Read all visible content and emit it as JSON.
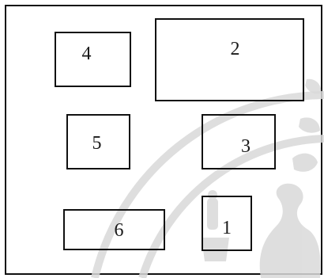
{
  "diagram": {
    "boxes": [
      {
        "id": "box-4",
        "label": "4"
      },
      {
        "id": "box-2",
        "label": "2"
      },
      {
        "id": "box-5",
        "label": "5"
      },
      {
        "id": "box-3",
        "label": "3"
      },
      {
        "id": "box-6",
        "label": "6"
      },
      {
        "id": "box-1",
        "label": "1"
      }
    ]
  },
  "colors": {
    "stroke": "#111111",
    "background": "#ffffff",
    "watermark": "#d9d9d9"
  }
}
